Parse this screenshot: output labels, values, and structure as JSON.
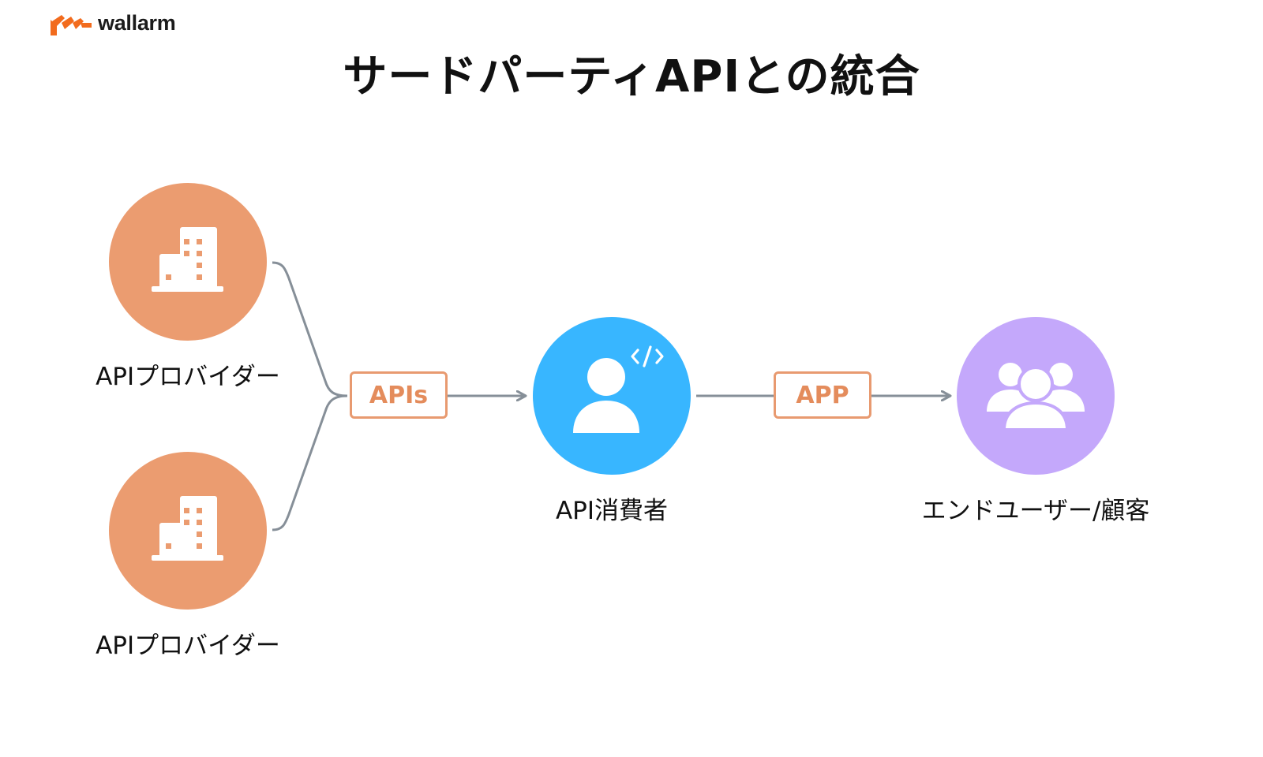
{
  "brand": {
    "name": "wallarm",
    "logo_icon": "wallarm-logo-icon",
    "color": "#f26b1d"
  },
  "title": "サードパーティAPIとの統合",
  "nodes": {
    "provider_top": {
      "label": "APIプロバイダー",
      "icon": "building-icon",
      "color": "#eb9c70"
    },
    "provider_bottom": {
      "label": "APIプロバイダー",
      "icon": "building-icon",
      "color": "#eb9c70"
    },
    "consumer": {
      "label": "API消費者",
      "icon": "developer-user-icon",
      "color": "#38b6ff"
    },
    "end_users": {
      "label": "エンドユーザー/顧客",
      "icon": "user-group-icon",
      "color": "#c4a8fb"
    }
  },
  "edges": {
    "providers_to_consumer": {
      "tag": "APIs"
    },
    "consumer_to_end_users": {
      "tag": "APP"
    }
  },
  "colors": {
    "connector": "#868f98",
    "tag_border": "#e89a70",
    "tag_text": "#e48c5c"
  }
}
